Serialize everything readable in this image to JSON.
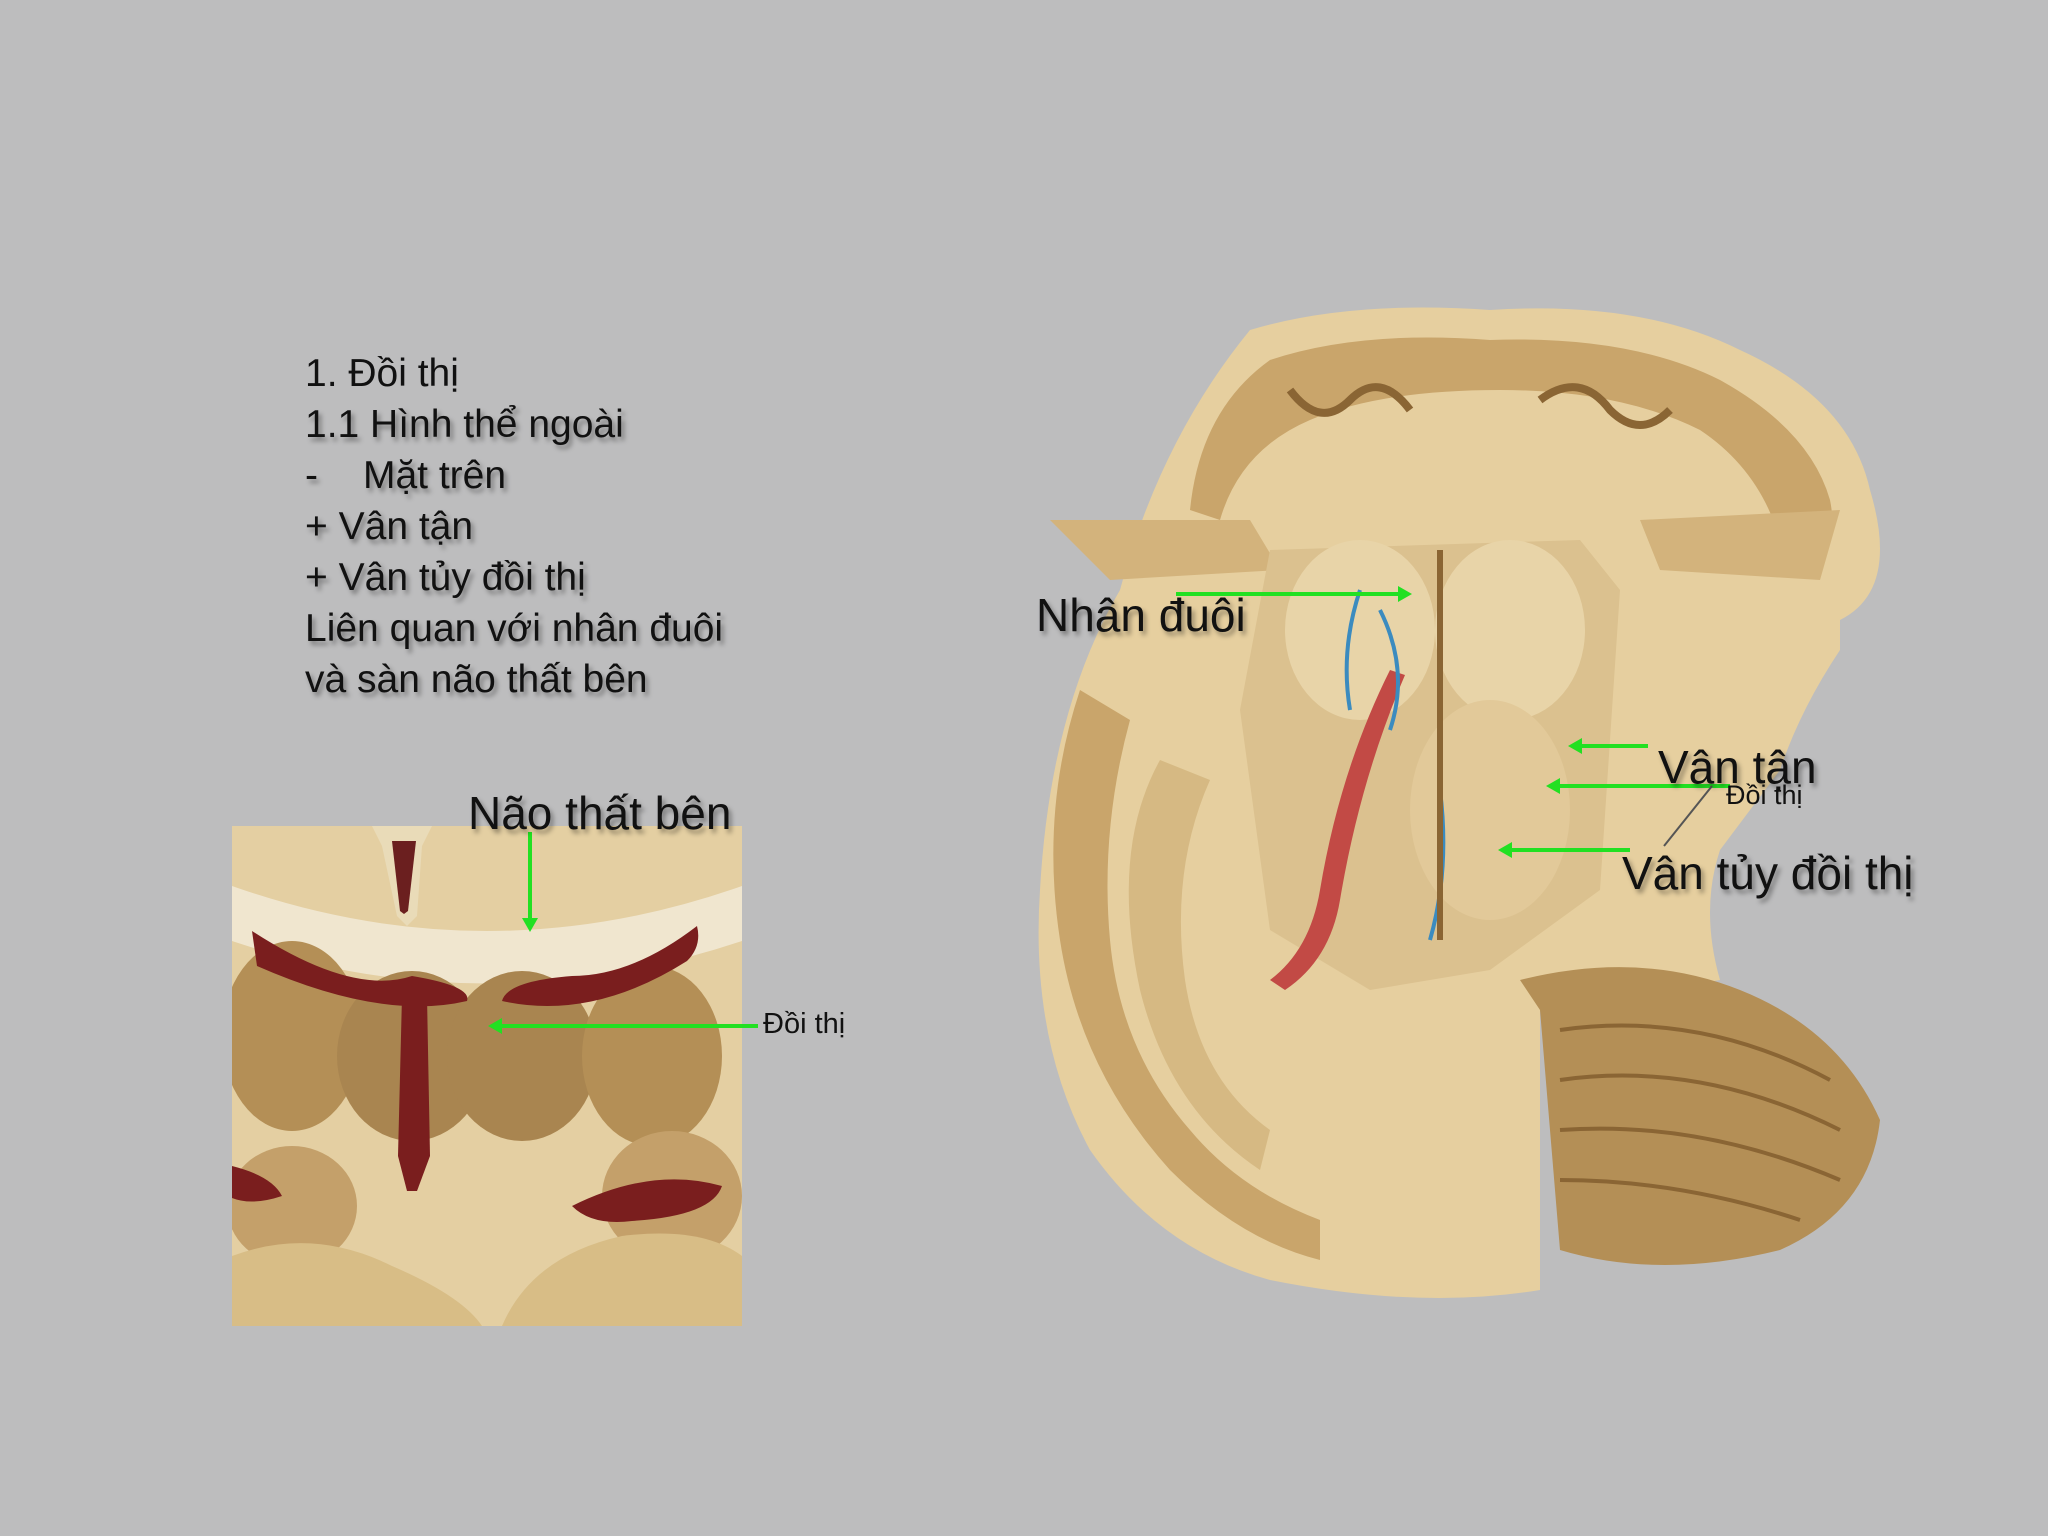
{
  "slide": {
    "heading": "1. Đồi thị",
    "subheading": "1.1 Hình thể ngoài",
    "bullet_dash": "-",
    "bullet_text": "Mặt trên",
    "item_1": "+ Vân tận",
    "item_2": "+ Vân tủy đồi thị",
    "note_line_1": "Liên quan với nhân đuôi",
    "note_line_2": "và sàn não thất bên"
  },
  "left_figure": {
    "label_ventricle": "Não thất bên",
    "label_thalamus": "Đồi thị"
  },
  "right_figure": {
    "label_caudate": "Nhân đuôi",
    "label_stria_terminalis": "Vân tận",
    "label_thalamus": "Đồi thị",
    "label_stria_medullaris": "Vân tủy đồi thị"
  },
  "colors": {
    "background": "#bdbdbe",
    "arrow": "#22e022",
    "tissue": "#e6cf9f",
    "gray_matter": "#b48f56"
  }
}
